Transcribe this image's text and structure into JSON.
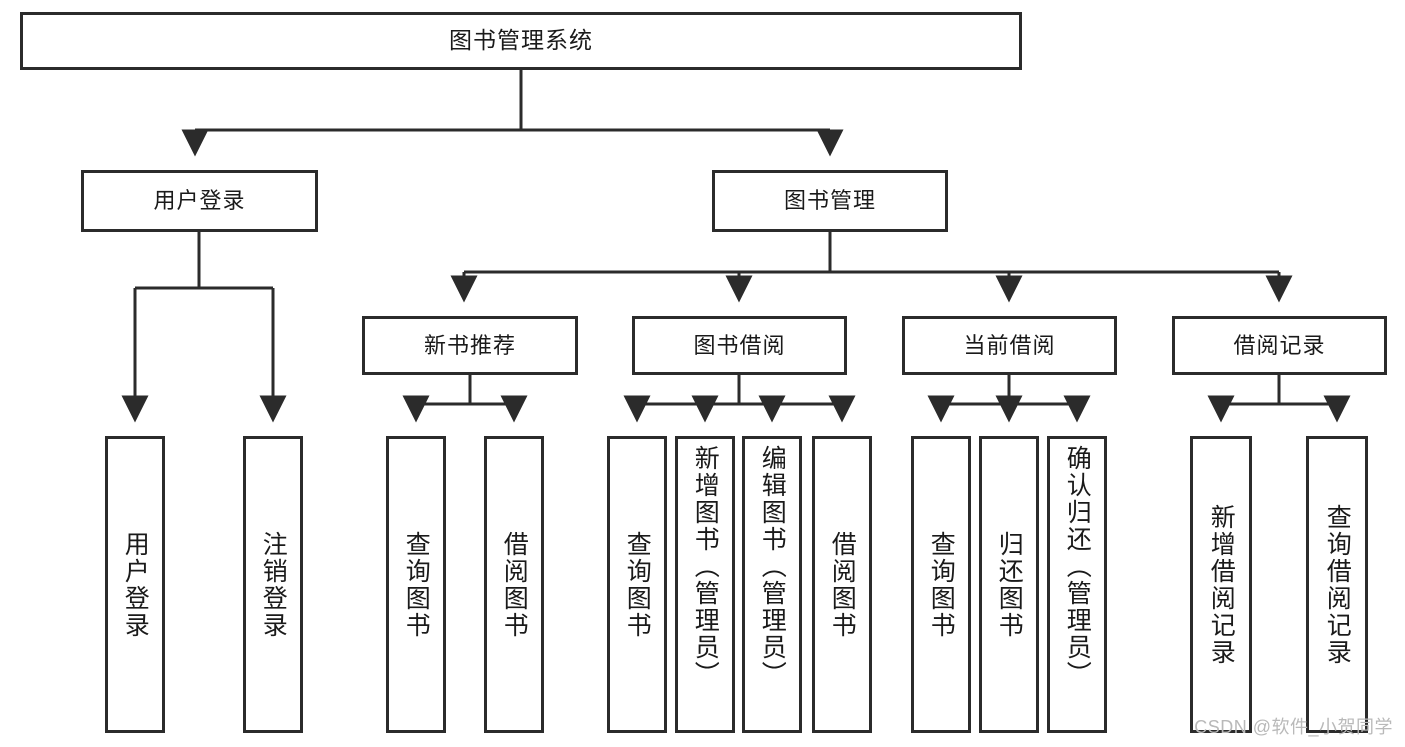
{
  "diagram": {
    "title": "图书管理系统",
    "root": {
      "label": "图书管理系统"
    },
    "level2": [
      {
        "label": "用户登录"
      },
      {
        "label": "图书管理"
      }
    ],
    "level3": [
      {
        "label": "新书推荐"
      },
      {
        "label": "图书借阅"
      },
      {
        "label": "当前借阅"
      },
      {
        "label": "借阅记录"
      }
    ],
    "leaves": {
      "user_login": [
        {
          "label": "用户登录"
        },
        {
          "label": "注销登录"
        }
      ],
      "new_book_recommend": [
        {
          "label": "查询图书"
        },
        {
          "label": "借阅图书"
        }
      ],
      "book_borrow": [
        {
          "label": "查询图书"
        },
        {
          "label": "新增图书（管理员）"
        },
        {
          "label": "编辑图书（管理员）"
        },
        {
          "label": "借阅图书"
        }
      ],
      "current_borrow": [
        {
          "label": "查询图书"
        },
        {
          "label": "归还图书"
        },
        {
          "label": "确认归还（管理员）"
        }
      ],
      "borrow_record": [
        {
          "label": "新增借阅记录"
        },
        {
          "label": "查询借阅记录"
        }
      ]
    }
  },
  "watermark": {
    "text": "CSDN @软件_小贺同学"
  },
  "colors": {
    "border": "#2b2b2b",
    "background": "#ffffff",
    "text": "#1a1a1a",
    "watermark": "#b9b9b9"
  }
}
